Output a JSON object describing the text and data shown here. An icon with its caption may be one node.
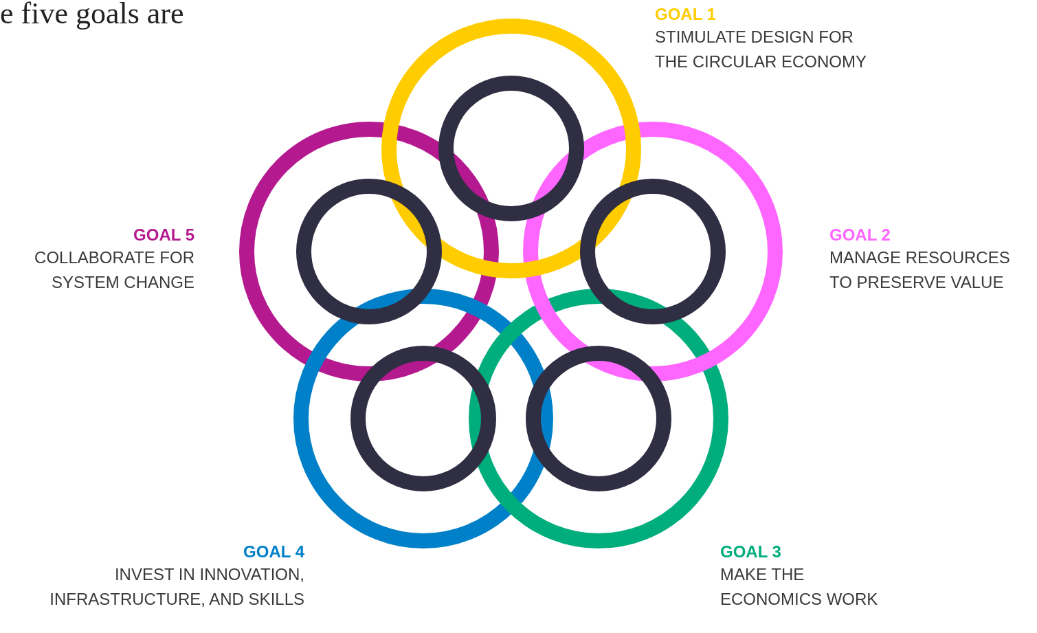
{
  "diagram": {
    "nodes": [
      {
        "text": [],
        "shape": "circle",
        "beside": [
          "GOAL 1",
          "STIMULATE DESIGN FOR THE CIRCULAR ECONOMY"
        ]
      },
      {
        "text": [],
        "shape": "circle",
        "beside": [
          "GOAL 2",
          "MANAGE RESOURCES TO PRESERVE VALUE"
        ]
      },
      {
        "text": [],
        "shape": "circle",
        "beside": [
          "GOAL 3",
          "MAKE THE ECONOMICS WORK"
        ]
      },
      {
        "text": [],
        "shape": "circle",
        "beside": [
          "GOAL 4",
          "INVEST IN INNOVATION, INFRASTRUCTURE, AND SKILLS"
        ]
      },
      {
        "text": [],
        "shape": "circle",
        "beside": [
          "GOAL 5",
          "COLLABORATE FOR SYSTEM CHANGE"
        ]
      }
    ],
    "labels": [
      "e five goals are"
    ]
  }
}
